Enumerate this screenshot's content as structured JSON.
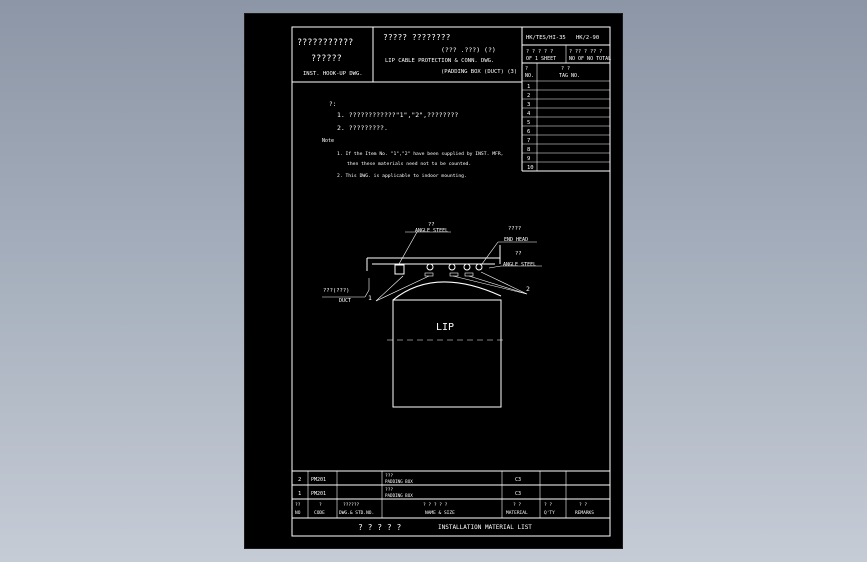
{
  "title_block": {
    "left_line1": "???????????",
    "left_line2": "??????",
    "left_line3": "INST. HOOK-UP DWG.",
    "mid_line1": "?????  ????????",
    "mid_line2": "(??? .???)  (?)",
    "mid_line3": "LIP CABLE PROTECTION & CONN. DWG.",
    "mid_line4": "(PADDING BOX (DUCT) (3)",
    "dwg_no": "HK/TES/HI-35",
    "rev": "HK/2-90",
    "sheet_line1": "?  ?  ?  ?  ?",
    "sheet_line2": "OF 1  SHEET",
    "sheet_line3": "?  ?? ?  ?? ?",
    "sheet_line4": "NO OF NO TOTAL"
  },
  "tag_table": {
    "header_no_top": "?",
    "header_no": "NO.",
    "header_tag_top": "?   ?",
    "header_tag": "TAG  NO.",
    "rows": [
      "1",
      "2",
      "3",
      "4",
      "5",
      "6",
      "7",
      "8",
      "9",
      "10"
    ]
  },
  "notes": {
    "cn_head": "?:",
    "cn_1": "1. ????????????\"1\",\"2\",????????",
    "cn_2": "2. ?????????.",
    "en_head": "Note",
    "en_1a": "1. If the Item No. \"1\",\"2\" have been supplied by INST. MFR,",
    "en_1b": "then these materials need not to be counted.",
    "en_2": "2. This DWG. is applicable to indoor mounting."
  },
  "figure": {
    "callout_angle_steel_cn": "??",
    "callout_angle_steel": "ANGLE STEEL",
    "callout_end_head_cn": "????",
    "callout_end_head": "END HEAD",
    "callout_angle_steel2_cn": "??",
    "callout_angle_steel2": "ANGLE STEEL",
    "callout_duct_cn": "???(???)",
    "callout_duct": "DUCT",
    "item1": "1",
    "item2": "2",
    "box_label": "LIP"
  },
  "material_list": {
    "rows": [
      {
        "no": "2",
        "code": "PM201",
        "name_cn": "???",
        "name": "PADDING BOX",
        "material": "C3"
      },
      {
        "no": "1",
        "code": "PM201",
        "name_cn": "???",
        "name": "PADDING BOX",
        "material": "C3"
      }
    ],
    "header": {
      "no_top": "??",
      "no": "NO",
      "code_top": "?",
      "code": "CODE",
      "std_top": "??????",
      "std": "DWG.& STD.NO.",
      "name_top": "?  ?  ?  ?  ?",
      "name": "NAME & SIZE",
      "mat_top": "?   ?",
      "mat": "MATERIAL",
      "qty_top": "?  ?",
      "qty": "Q'TY",
      "rem_top": "?   ?",
      "rem": "REMARKS"
    },
    "footer_cn": "?  ?  ?  ?  ?",
    "footer": "INSTALLATION MATERIAL LIST"
  }
}
